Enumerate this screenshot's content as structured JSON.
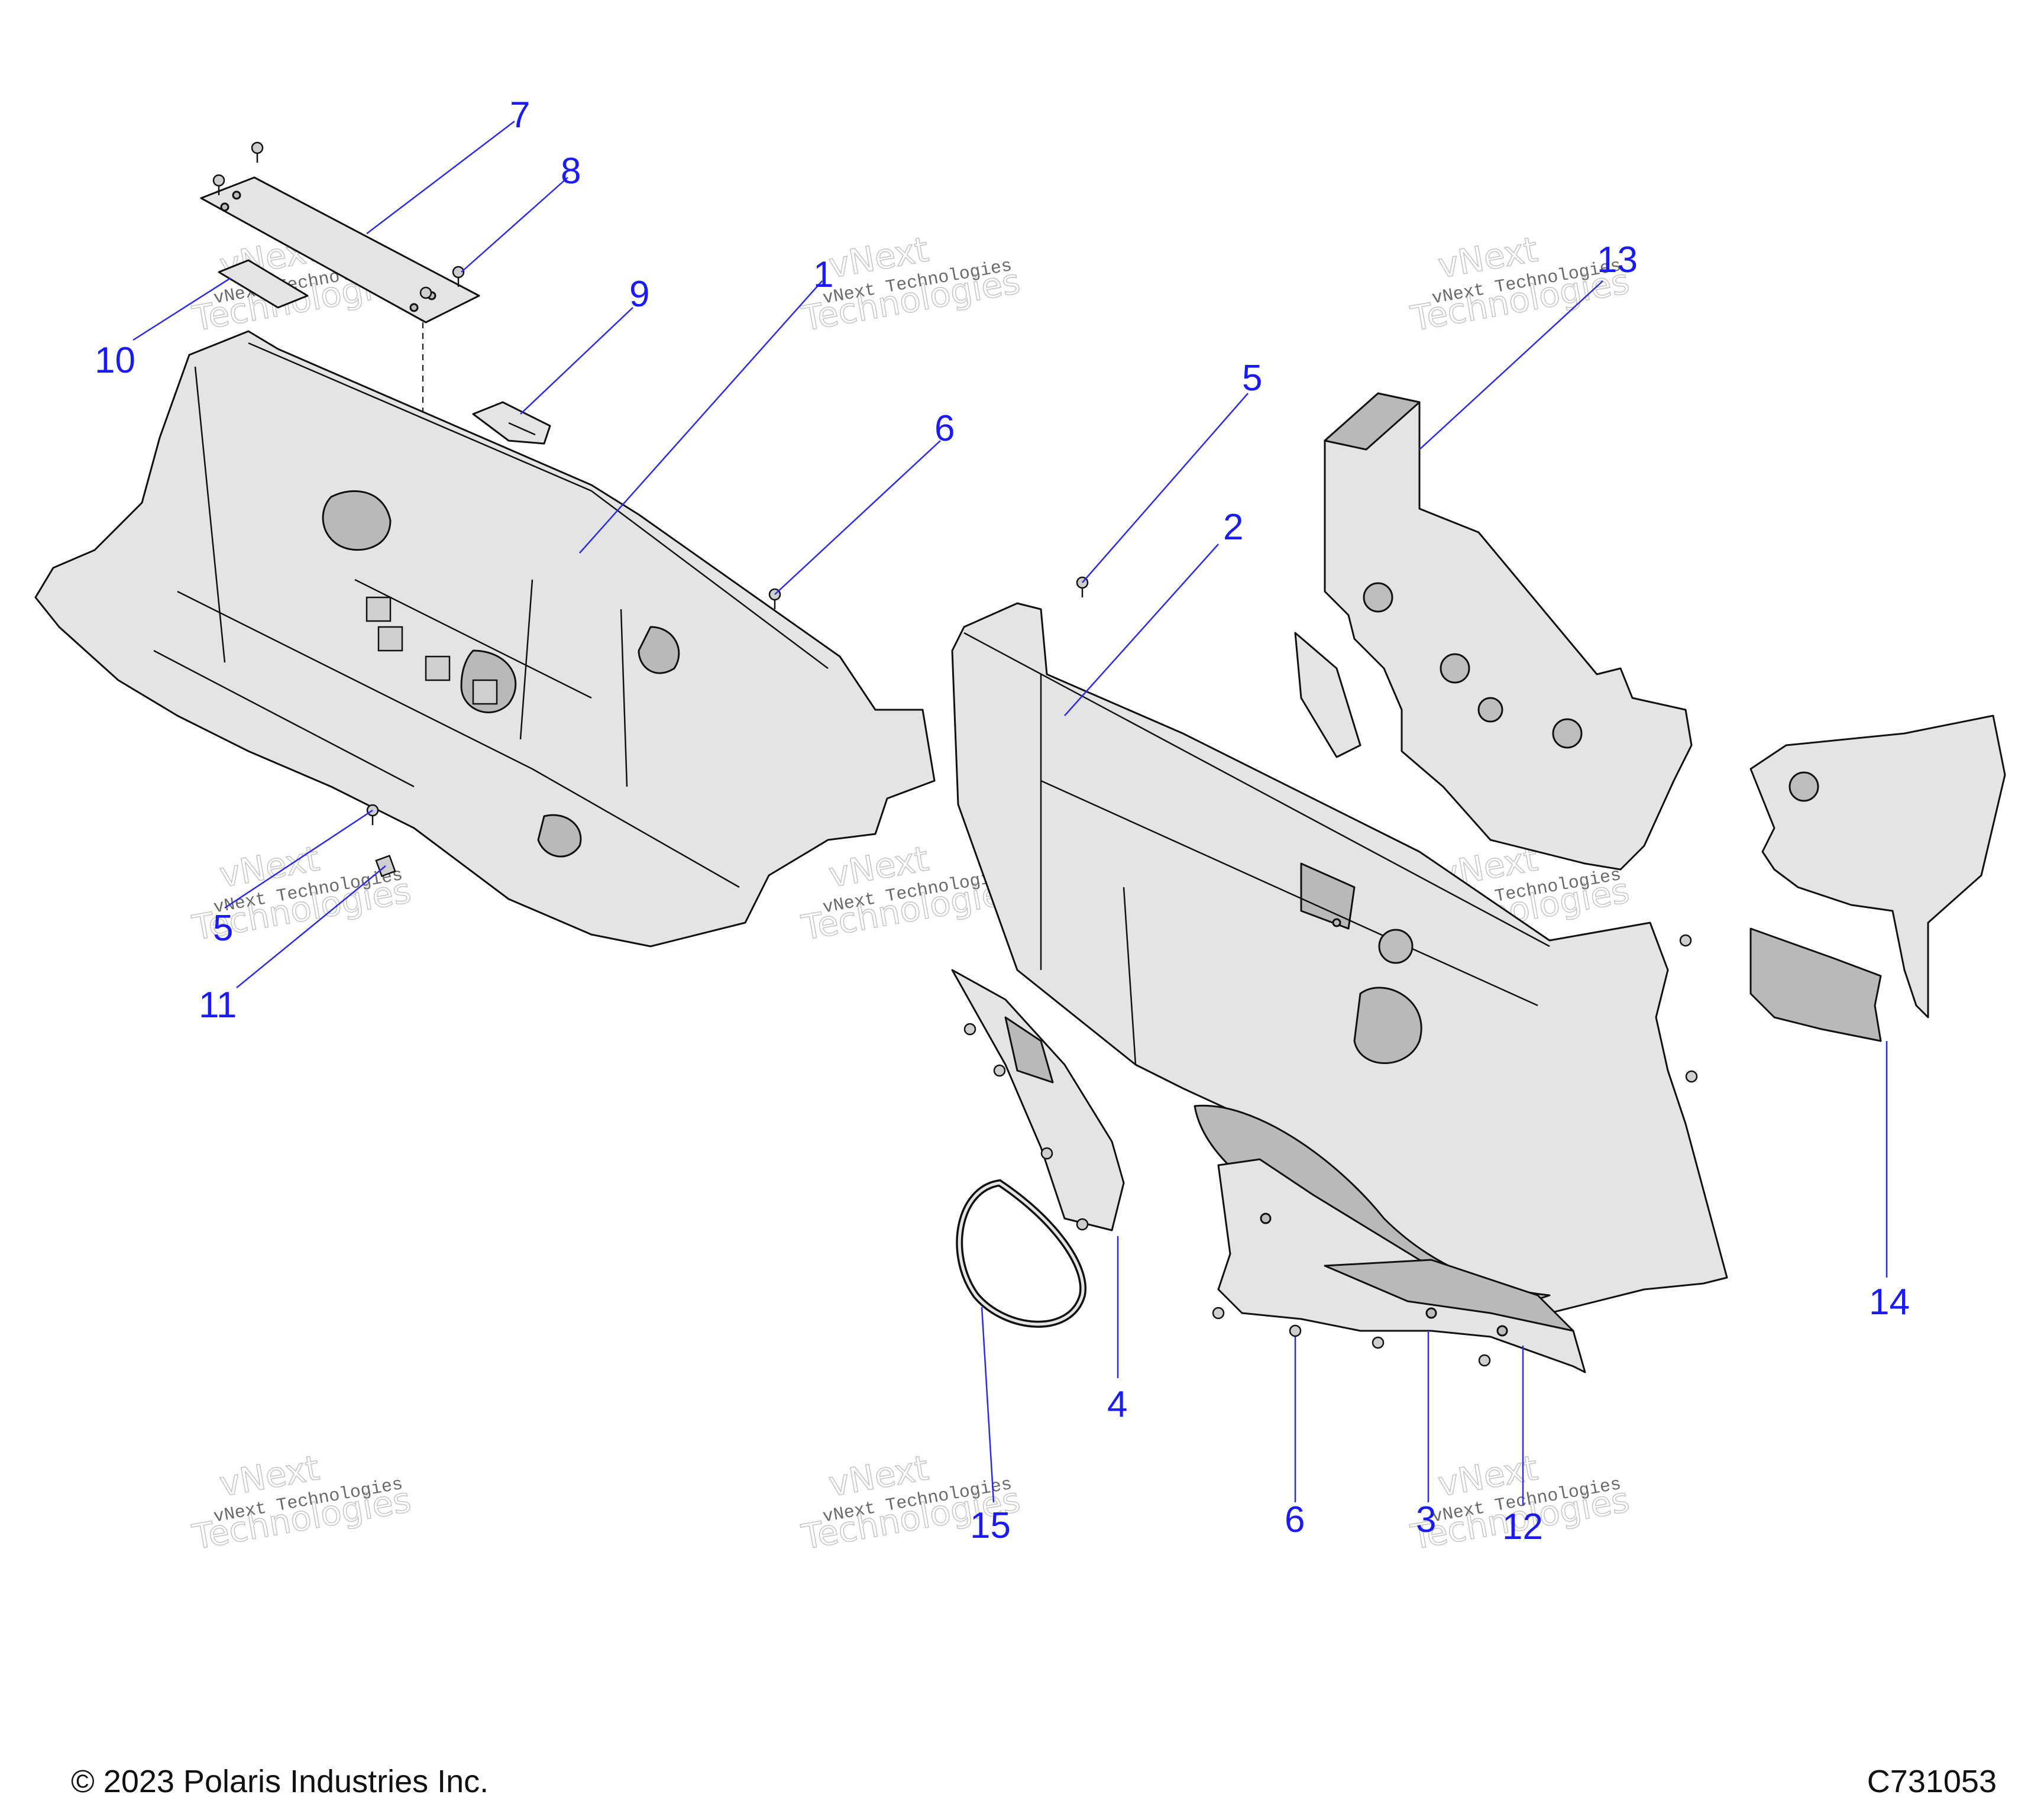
{
  "callouts": [
    "1",
    "2",
    "3",
    "4",
    "5",
    "5",
    "6",
    "6",
    "7",
    "8",
    "9",
    "10",
    "11",
    "12",
    "13",
    "14",
    "15"
  ],
  "watermark": {
    "line1": "vNext",
    "line2": "Technologies",
    "small": "vNext Technologies"
  },
  "footer": {
    "copyright": "© 2023 Polaris Industries Inc.",
    "figure_id": "C731053"
  },
  "colors": {
    "callout": "#1a1aff",
    "part_fill": "#e4e4e4",
    "outline": "#111111"
  }
}
